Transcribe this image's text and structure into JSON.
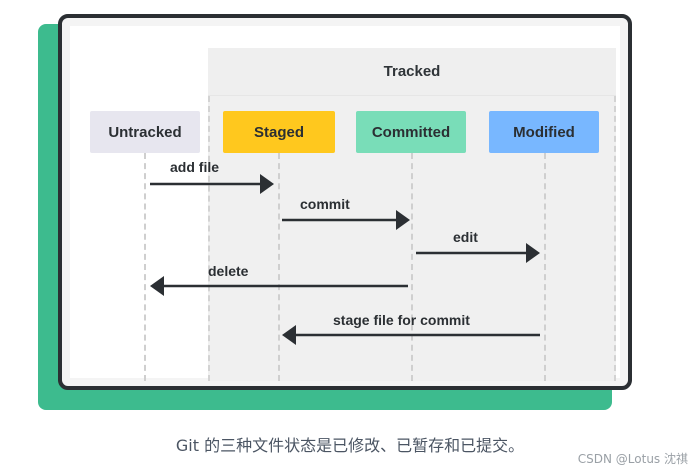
{
  "diagram": {
    "tracked_label": "Tracked",
    "states": {
      "untracked": "Untracked",
      "staged": "Staged",
      "committed": "Committed",
      "modified": "Modified"
    },
    "transitions": {
      "add_file": "add file",
      "commit": "commit",
      "edit": "edit",
      "delete": "delete",
      "stage_file": "stage file for commit"
    },
    "colors": {
      "green_accent": "#3dbb8e",
      "staged": "#ffc81e",
      "committed": "#79ddb8",
      "modified": "#78b7ff",
      "untracked": "#e7e6ef"
    }
  },
  "caption": "Git 的三种文件状态是已修改、已暂存和已提交。",
  "watermark": "CSDN @Lotus 沈祺"
}
